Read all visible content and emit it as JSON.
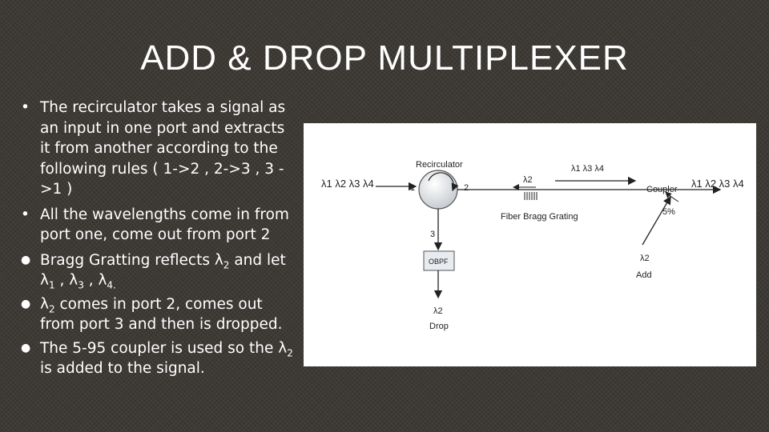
{
  "slide": {
    "title": "ADD & DROP MULTIPLEXER"
  },
  "bullets": [
    {
      "marker": "•",
      "text": "The recirculator takes a signal as an input in one port and extracts it from another according to the following rules      ( 1->2 , 2->3 , 3 ->1 )"
    },
    {
      "marker": "•",
      "text": "All the wavelengths come in from port one, come out from port 2"
    },
    {
      "marker": "●",
      "pre": "Bragg Gratting reflects λ",
      "sub1": "2",
      "mid": " and let λ",
      "sub2": "1",
      "mid2": " , λ",
      "sub3": "3",
      "mid3": " , λ",
      "sub4": "4.",
      "post": ""
    },
    {
      "marker": "●",
      "pre": "λ",
      "sub1": "2",
      "post": "  comes in port 2, comes out from port 3 and then is dropped."
    },
    {
      "marker": "●",
      "pre": " The 5-95 coupler is used so the λ",
      "sub1": "2",
      "post": "  is added to the signal."
    }
  ],
  "diagram": {
    "input_label": "λ1 λ2 λ3 λ4",
    "recirculator_label": "Recirculator",
    "port1": "1",
    "port2": "2",
    "port3": "3",
    "reflect_label": "λ2",
    "pass_label": "λ1 λ3 λ4",
    "grating_label": "Fiber Bragg Grating",
    "coupler_label": "Coupler",
    "output_label": "λ1 λ2 λ3 λ4",
    "coupler_percent": "5%",
    "obpf_label": "OBPF",
    "drop_wavelength": "λ2",
    "drop_label": "Drop",
    "add_wavelength": "λ2",
    "add_label": "Add"
  }
}
